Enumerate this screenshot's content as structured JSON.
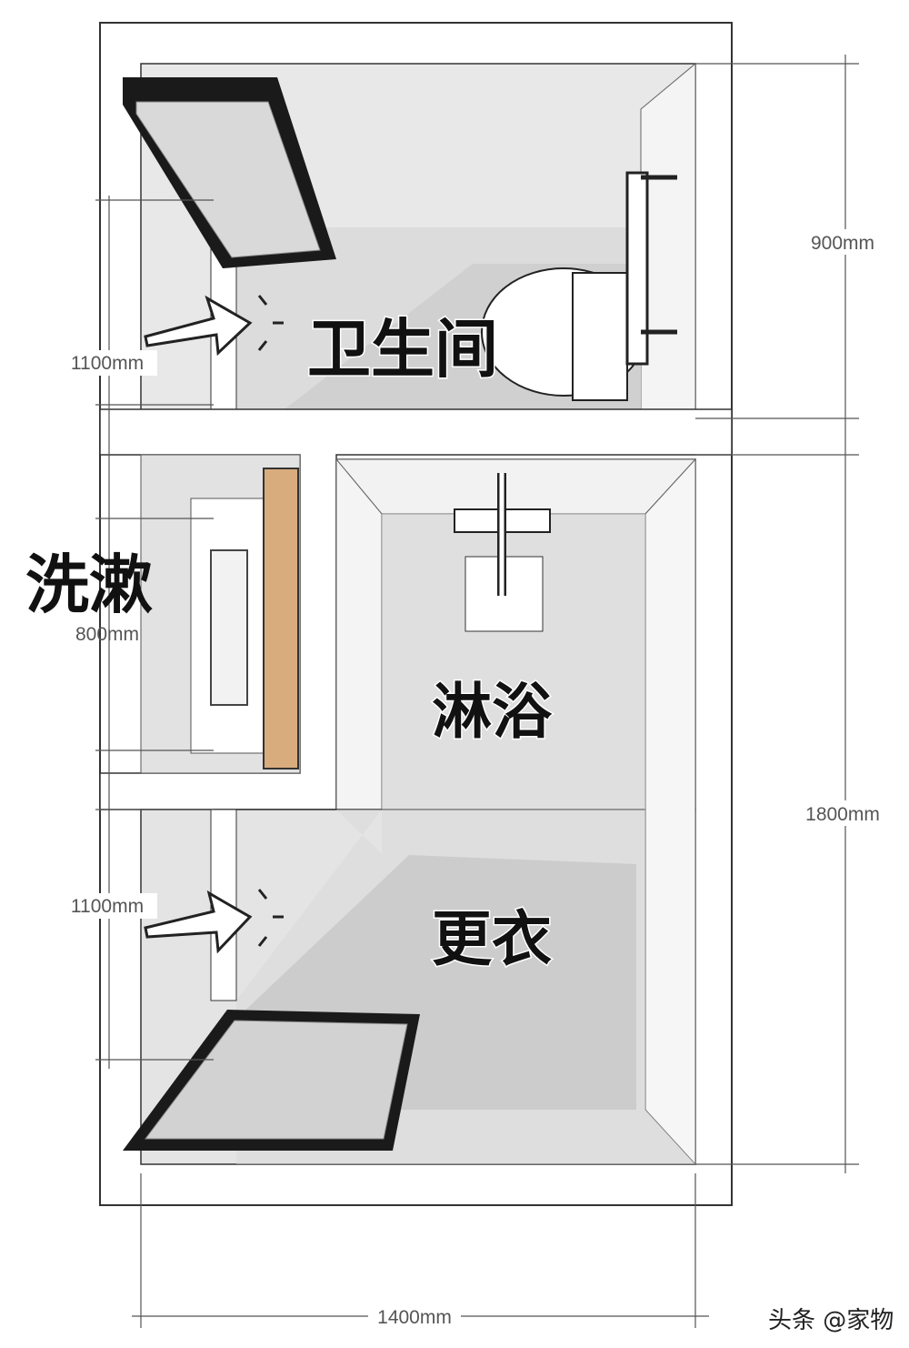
{
  "rooms": {
    "toilet": "卫生间",
    "washing": "洗漱",
    "shower": "淋浴",
    "changing": "更衣"
  },
  "dimensions": {
    "toilet_depth": "900mm",
    "door_top": "1100mm",
    "wash_width": "800mm",
    "lower_depth": "1800mm",
    "door_bottom": "1100mm",
    "total_width": "1400mm"
  },
  "watermark": "头条 @家物",
  "colors": {
    "wall": "#ffffff",
    "floor": "#e6e6e6",
    "shadow": "#bdbdbd",
    "wood": "#d9ac7e",
    "frame": "#1a1a1a"
  }
}
